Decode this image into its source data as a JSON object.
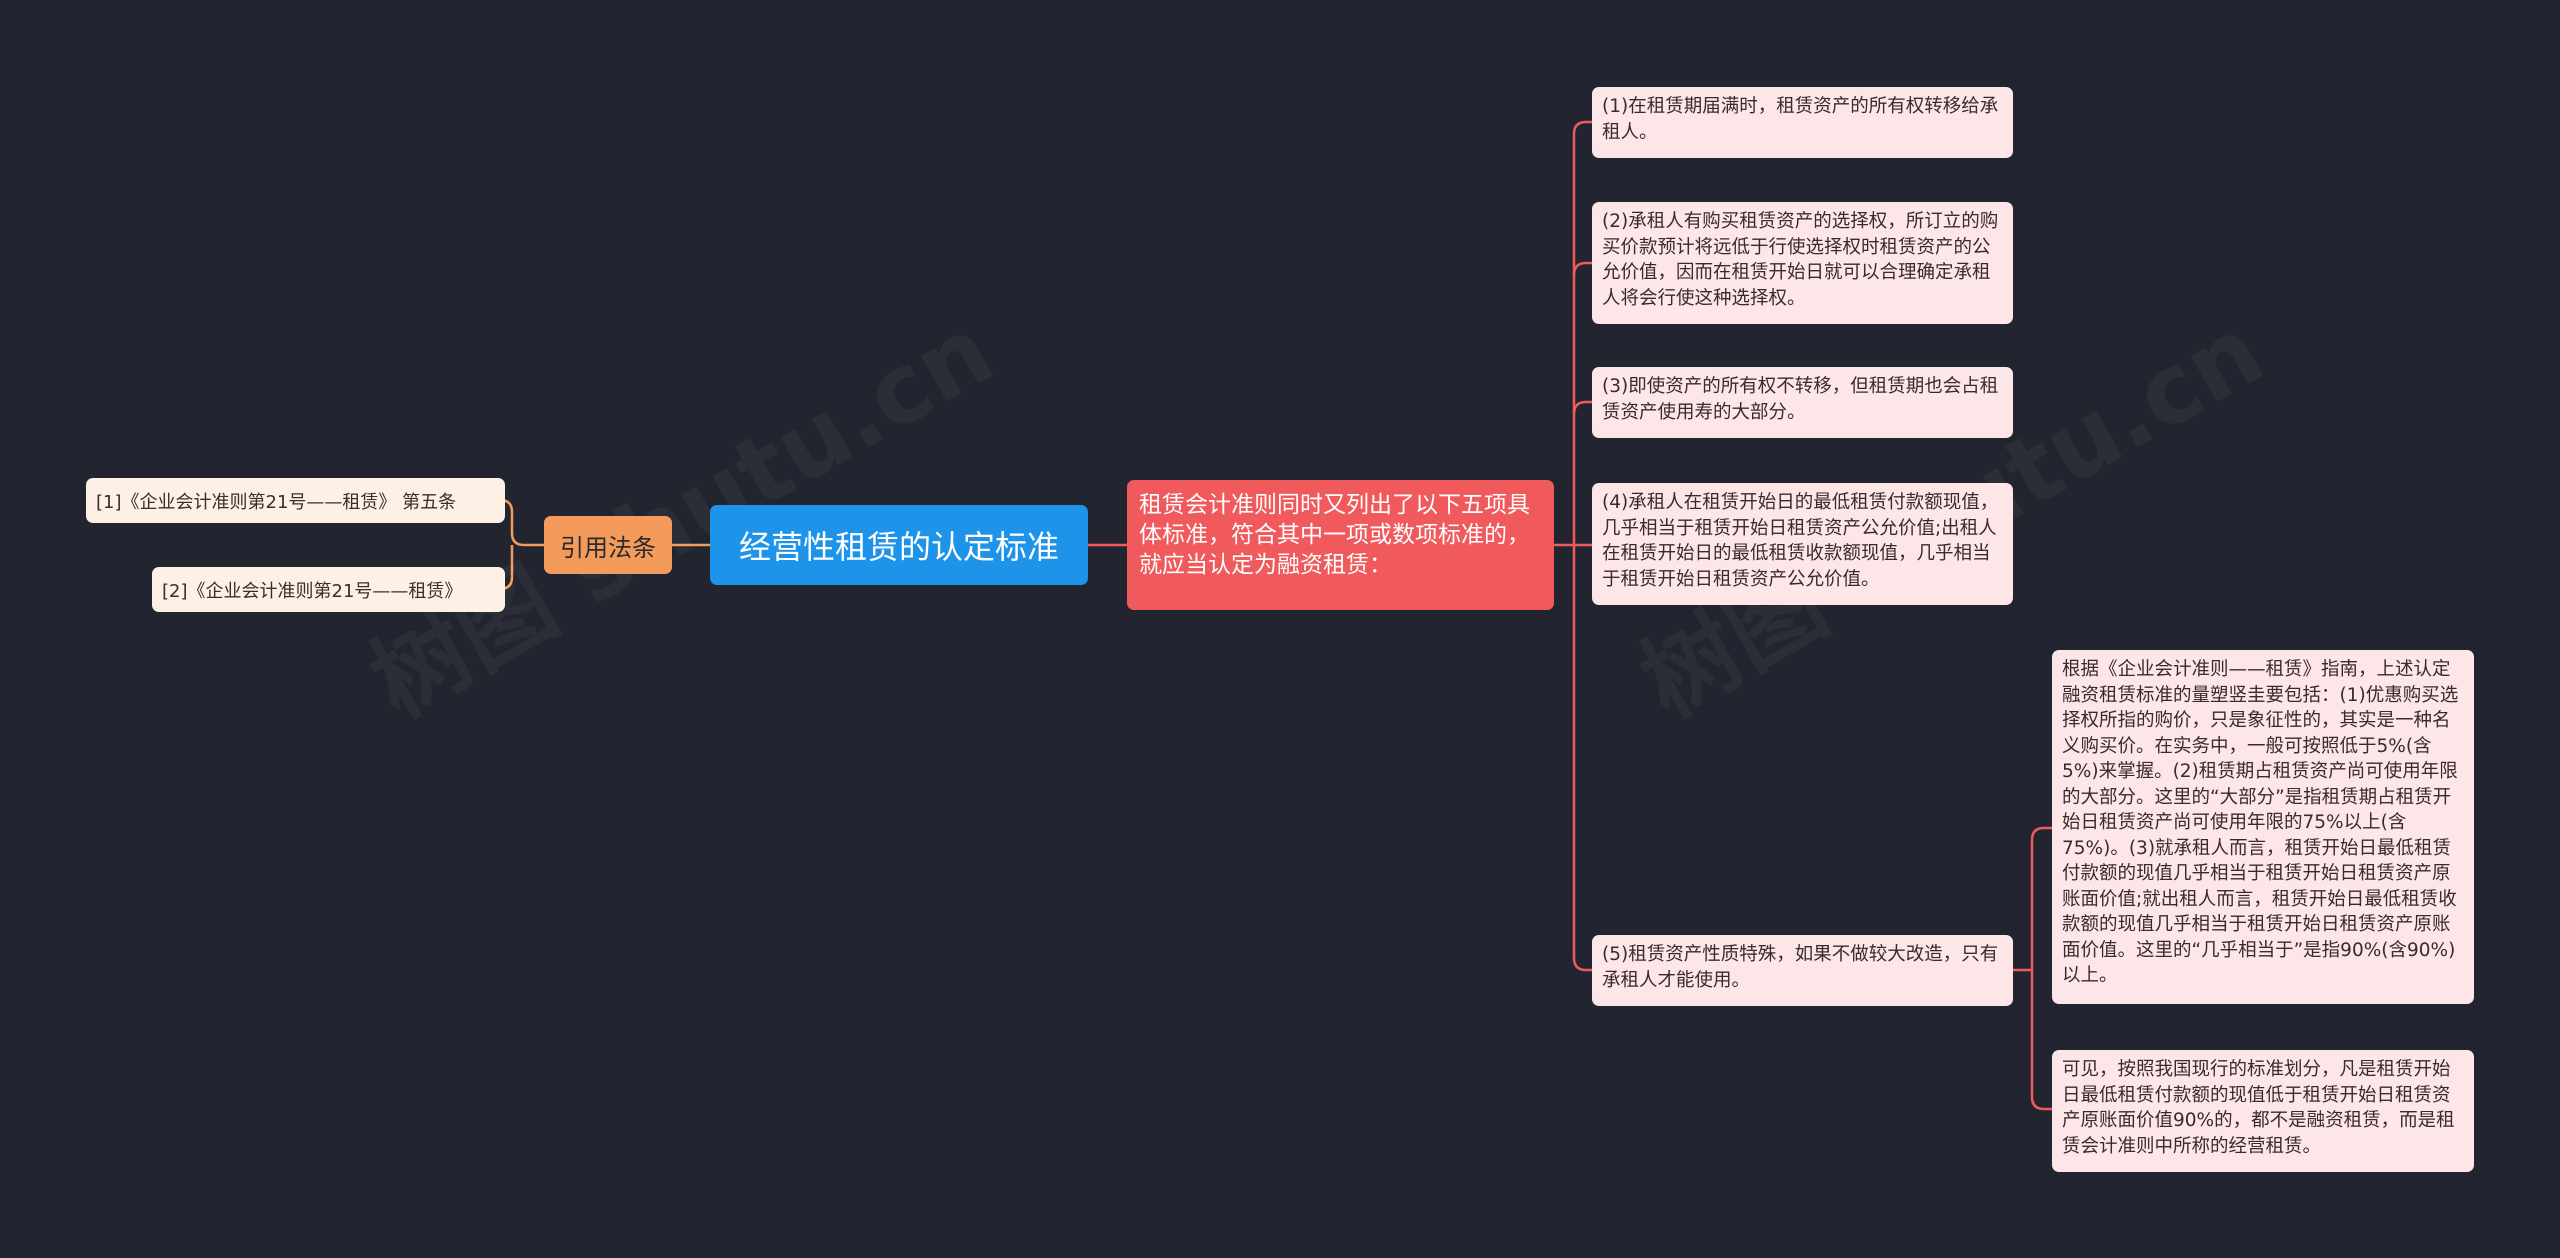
{
  "root": {
    "title": "经营性租赁的认定标准"
  },
  "left": {
    "cite_label": "引用法条",
    "refs": [
      "[1]《企业会计准则第21号——租赁》 第五条",
      "[2]《企业会计准则第21号——租赁》"
    ]
  },
  "right": {
    "main": "租赁会计准则同时又列出了以下五项具体标准，符合其中一项或数项标准的，就应当认定为融资租赁：",
    "items": [
      "(1)在租赁期届满时，租赁资产的所有权转移给承租人。",
      "(2)承租人有购买租赁资产的选择权，所订立的购买价款预计将远低于行使选择权时租赁资产的公允价值，因而在租赁开始日就可以合理确定承租人将会行使这种选择权。",
      "(3)即使资产的所有权不转移，但租赁期也会占租赁资产使用寿的大部分。",
      "(4)承租人在租赁开始日的最低租赁付款额现值，几乎相当于租赁开始日租赁资产公允价值;出租人在租赁开始日的最低租赁收款额现值，几乎相当于租赁开始日租赁资产公允价值。",
      "(5)租赁资产性质特殊，如果不做较大改造，只有承租人才能使用。"
    ],
    "sub_items": [
      "根据《企业会计准则——租赁》指南，上述认定融资租赁标准的量塑竖圭要包括：(1)优惠购买选择权所指的购价，只是象征性的，其实是一种名义购买价。在实务中，一般可按照低于5%(含5%)来掌握。(2)租赁期占租赁资产尚可使用年限的大部分。这里的“大部分”是指租赁期占租赁开始日租赁资产尚可使用年限的75%以上(含75%)。(3)就承租人而言，租赁开始日最低租赁付款额的现值几乎相当于租赁开始日租赁资产原账面价值;就出租人而言，租赁开始日最低租赁收款额的现值几乎相当于租赁开始日租赁资产原账面价值。这里的“几乎相当于”是指90%(含90%)以上。",
      "可见，按照我国现行的标准划分，凡是租赁开始日最低租赁付款额的现值低于租赁开始日租赁资产原账面价值90%的，都不是融资租赁，而是租赁会计准则中所称的经营租赁。"
    ]
  },
  "colors": {
    "background": "#22252f",
    "root": "#1e93ea",
    "branch": "#f05a5d",
    "cite": "#f49a5a",
    "left_link": "#f49a5a",
    "right_link": "#f05a5d"
  }
}
